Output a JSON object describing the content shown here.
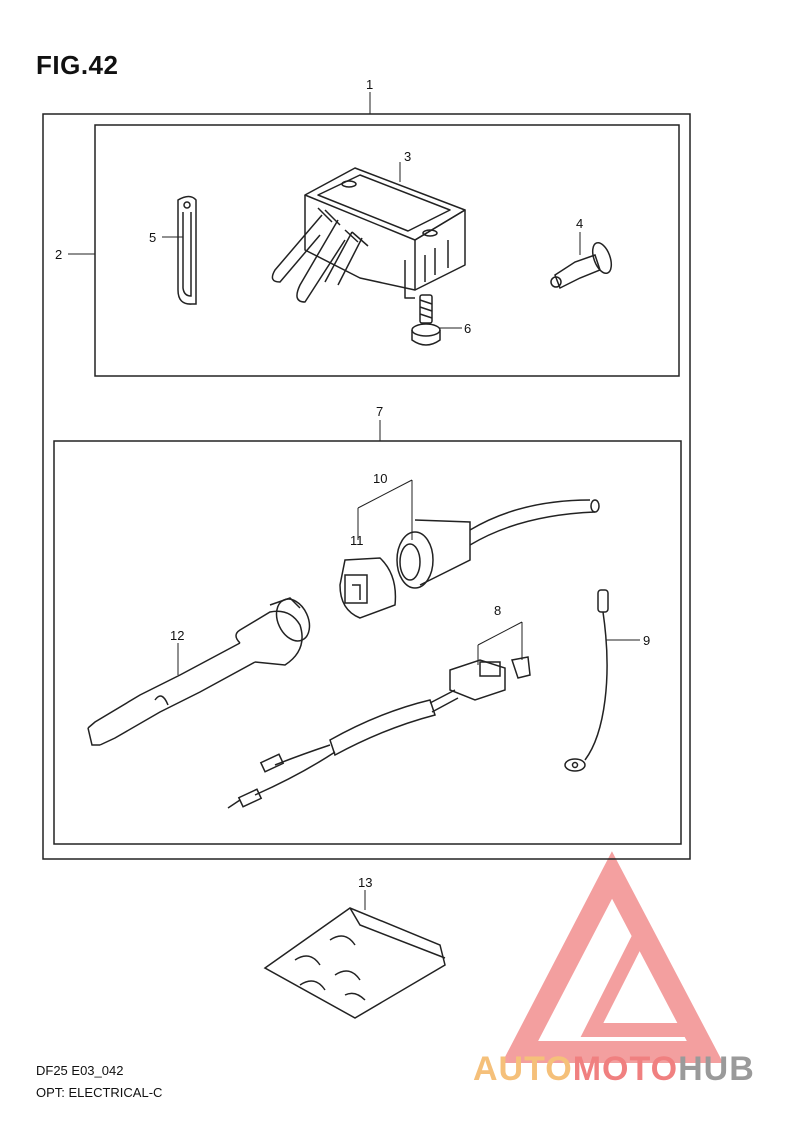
{
  "figure": {
    "title": "FIG.42"
  },
  "parts": {
    "p1": "1",
    "p2": "2",
    "p3": "3",
    "p4": "4",
    "p5": "5",
    "p6": "6",
    "p7": "7",
    "p8": "8",
    "p9": "9",
    "p10": "10",
    "p11": "11",
    "p12": "12",
    "p13": "13"
  },
  "footer": {
    "code": "DF25 E03_042",
    "description": "OPT: ELECTRICAL-C"
  },
  "watermark": {
    "part_a": "AUTO",
    "part_b": "MOTO",
    "part_c": "HUB"
  },
  "colors": {
    "line": "#222222",
    "watermark_red": "#f08080",
    "watermark_orange": "#f5c07a",
    "watermark_gray": "#9a9a9a"
  }
}
